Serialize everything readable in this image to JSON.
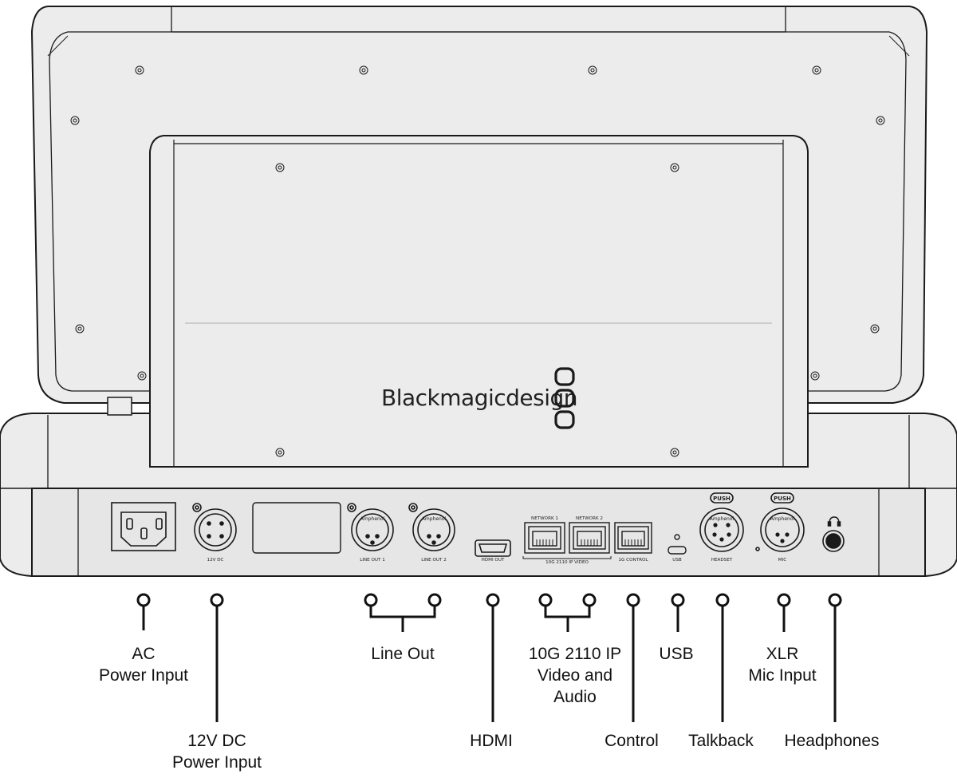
{
  "brand": {
    "name": "Blackmagicdesign"
  },
  "panel_labels": {
    "dc_12v": "12V DC",
    "line_out_1": "LINE OUT 1",
    "line_out_2": "LINE OUT 2",
    "hdmi_out": "HDMI OUT",
    "network_1": "NETWORK 1",
    "network_2": "NETWORK 2",
    "video_ip": "10G 2110 IP VIDEO",
    "control_1g": "1G CONTROL",
    "usb": "USB",
    "headset": "HEADSET",
    "mic": "MIC",
    "push": "PUSH",
    "amphenol": "Amphenol"
  },
  "callouts": {
    "ac": "AC\nPower Input",
    "dc": "12V DC\nPower Input",
    "line_out": "Line Out",
    "hdmi": "HDMI",
    "ip": "10G 2110 IP\nVideo and\nAudio",
    "control": "Control",
    "usb": "USB",
    "talkback": "Talkback",
    "xlr": "XLR\nMic Input",
    "headphones": "Headphones"
  },
  "colors": {
    "body": "#ececec",
    "body_dark": "#dcdcdc",
    "outline": "#1a1a1a",
    "background": "#ffffff"
  }
}
